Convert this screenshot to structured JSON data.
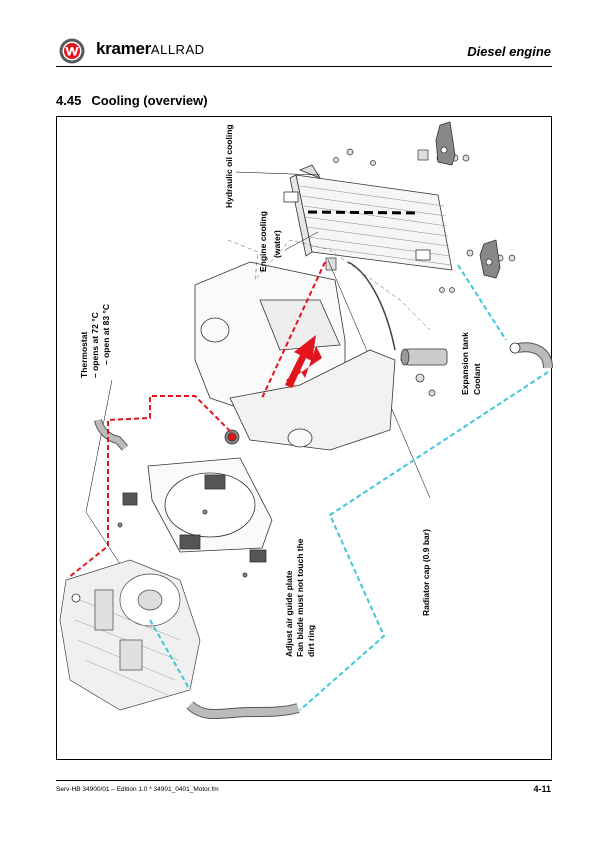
{
  "header": {
    "brand_main": "kramer",
    "brand_sub": "ALLRAD",
    "chapter": "Diesel engine",
    "logo_icon": "w-logo-icon"
  },
  "section": {
    "number": "4.45",
    "title": "Cooling (overview)"
  },
  "figure": {
    "labels": {
      "hydraulic_oil_cooling": "Hydraulic oil cooling",
      "engine_cooling_1": "Engine cooling",
      "engine_cooling_2": "(water)",
      "thermostat_1": "Thermostat",
      "thermostat_2": "– opens at 72 °C",
      "thermostat_3": "– open at 83 °C",
      "expansion_1": "Expansion tank",
      "expansion_2": "Coolant",
      "radiator_cap": "Radiator cap (0.9 bar)",
      "air_guide_1": "Adjust air guide plate",
      "air_guide_2": "Fan blade must not touch the",
      "air_guide_3": "dirt ring"
    },
    "colors": {
      "hot_line": "#e3141b",
      "cold_line": "#3ec7d8",
      "arrow": "#e3141b"
    }
  },
  "footer": {
    "doc_ref": "Serv-HB 34900/01 – Edition 1.0 * 34901_0401_Motor.fm",
    "page": "4-11"
  }
}
